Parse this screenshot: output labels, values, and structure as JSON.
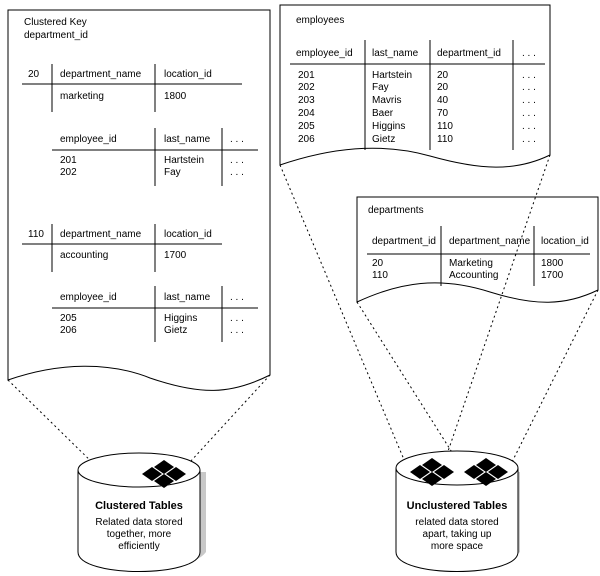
{
  "clustered_doc": {
    "title_line1": "Clustered Key",
    "title_line2": "department_id",
    "block1": {
      "key": "20",
      "header": [
        "department_name",
        "location_id"
      ],
      "row": [
        "marketing",
        "1800"
      ],
      "emp_header": [
        "employee_id",
        "last_name",
        ". . ."
      ],
      "emp_rows": [
        [
          "201",
          "Hartstein",
          ". . ."
        ],
        [
          "202",
          "Fay",
          ". . ."
        ]
      ]
    },
    "block2": {
      "key": "110",
      "header": [
        "department_name",
        "location_id"
      ],
      "row": [
        "accounting",
        "1700"
      ],
      "emp_header": [
        "employee_id",
        "last_name",
        ". . ."
      ],
      "emp_rows": [
        [
          "205",
          "Higgins",
          ". . ."
        ],
        [
          "206",
          "Gietz",
          ". . ."
        ]
      ]
    }
  },
  "employees_doc": {
    "title": "employees",
    "header": [
      "employee_id",
      "last_name",
      "department_id",
      ". . ."
    ],
    "rows": [
      [
        "201",
        "Hartstein",
        "20",
        ". . ."
      ],
      [
        "202",
        "Fay",
        "20",
        ". . ."
      ],
      [
        "203",
        "Mavris",
        "40",
        ". . ."
      ],
      [
        "204",
        "Baer",
        "70",
        ". . ."
      ],
      [
        "205",
        "Higgins",
        "110",
        ". . ."
      ],
      [
        "206",
        "Gietz",
        "110",
        ". . ."
      ]
    ]
  },
  "departments_doc": {
    "title": "departments",
    "header": [
      "department_id",
      "department_name",
      "location_id"
    ],
    "rows": [
      [
        "20",
        "Marketing",
        "1800"
      ],
      [
        "110",
        "Accounting",
        "1700"
      ]
    ]
  },
  "clustered_cylinder": {
    "title": "Clustered Tables",
    "desc_line1": "Related data stored",
    "desc_line2": "together, more",
    "desc_line3": "efficiently"
  },
  "unclustered_cylinder": {
    "title": "Unclustered Tables",
    "desc_line1": "related data stored",
    "desc_line2": "apart, taking up",
    "desc_line3": "more space"
  },
  "colors": {
    "line": "#000000",
    "shadow": "#c8c8c8",
    "paper": "#ffffff"
  }
}
